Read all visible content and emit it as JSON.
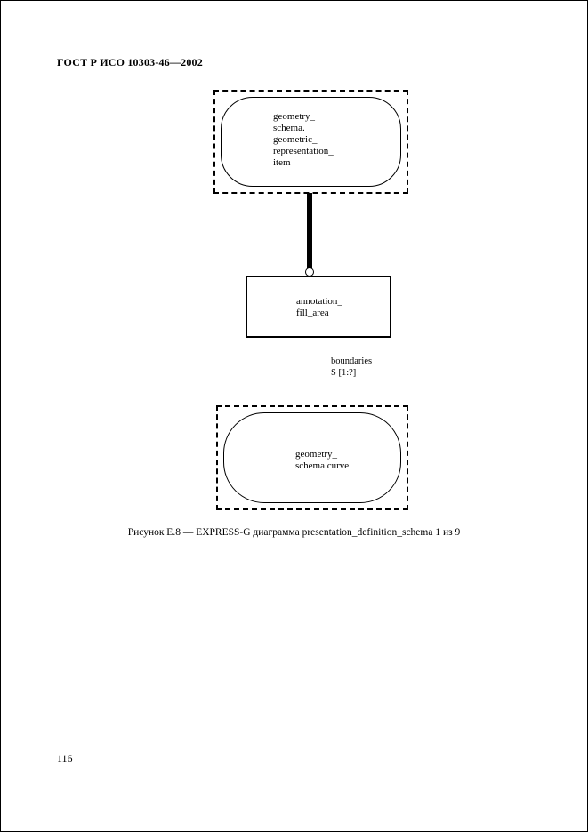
{
  "page": {
    "header": "ГОСТ Р ИСО 10303-46—2002",
    "caption": "Рисунок Е.8 — EXPRESS-G диаграмма presentation_definition_schema 1 из 9",
    "page_number": "116",
    "ink_color": "#000000",
    "paper_color": "#ffffff"
  },
  "diagram": {
    "top_entity": {
      "lines": [
        "geometry_",
        "schema.",
        "geometric_",
        "representation_",
        "item"
      ]
    },
    "middle_entity": {
      "lines": [
        "annotation_",
        "fill_area"
      ]
    },
    "attribute": {
      "lines": [
        "boundaries",
        "S [1:?]"
      ]
    },
    "bottom_entity": {
      "lines": [
        "geometry_",
        "schema.curve"
      ]
    }
  }
}
